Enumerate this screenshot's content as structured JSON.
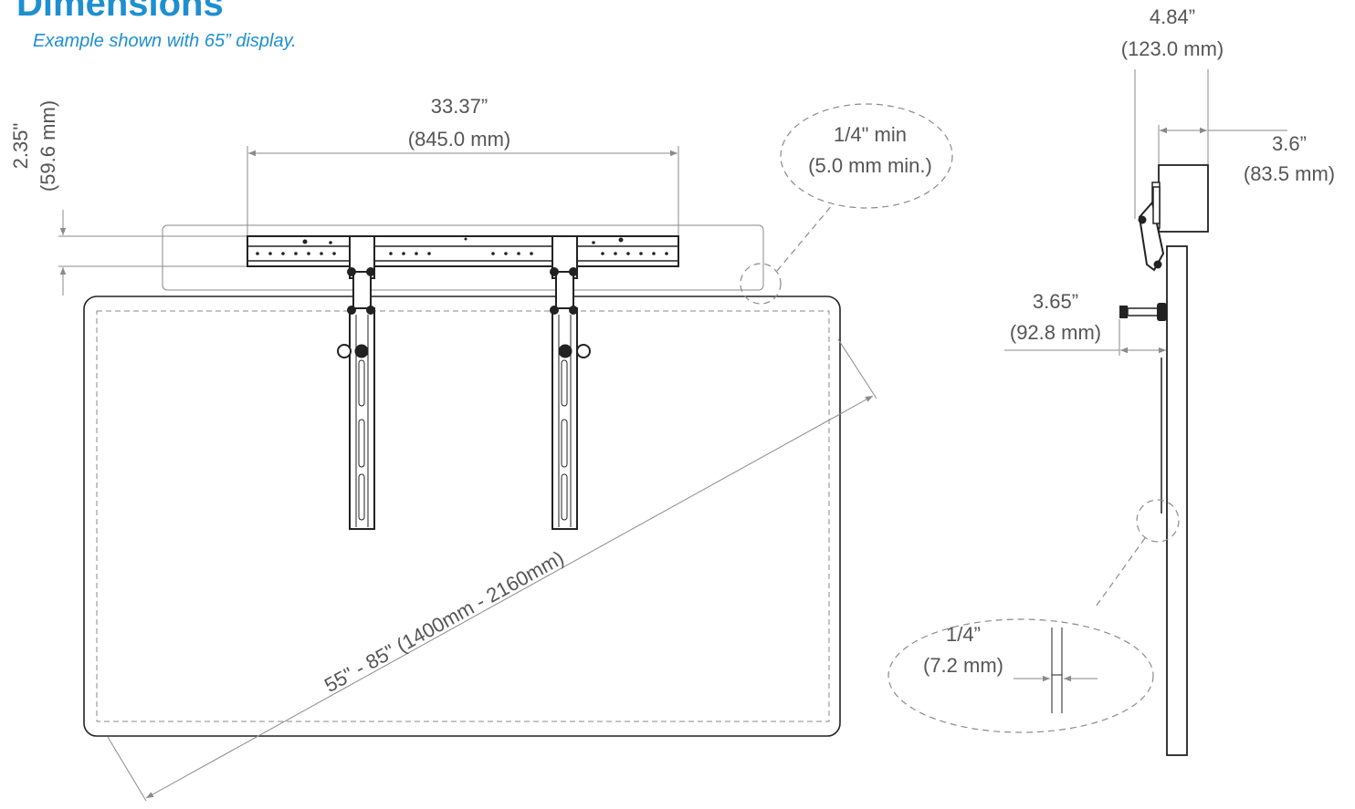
{
  "header": {
    "title": "Dimensions",
    "subtitle": "Example shown with 65” display."
  },
  "front_view": {
    "bracket_width": {
      "imperial": "33.37”",
      "metric": "(845.0 mm)"
    },
    "bracket_height": {
      "imperial": "2.35\"",
      "metric": "(59.6 mm)"
    },
    "clearance_callout": {
      "imperial": "1/4\" min",
      "metric": "(5.0 mm min.)"
    },
    "display_range": "55\" - 85\" (1400mm - 2160mm)"
  },
  "side_view": {
    "total_depth": {
      "imperial": "4.84”",
      "metric": "(123.0 mm)"
    },
    "bar_depth": {
      "imperial": "3.6”",
      "metric": "(83.5 mm)"
    },
    "standoff_depth": {
      "imperial": "3.65”",
      "metric": "(92.8 mm)"
    },
    "gap_callout": {
      "imperial": "1/4”",
      "metric": "(7.2 mm)"
    }
  }
}
